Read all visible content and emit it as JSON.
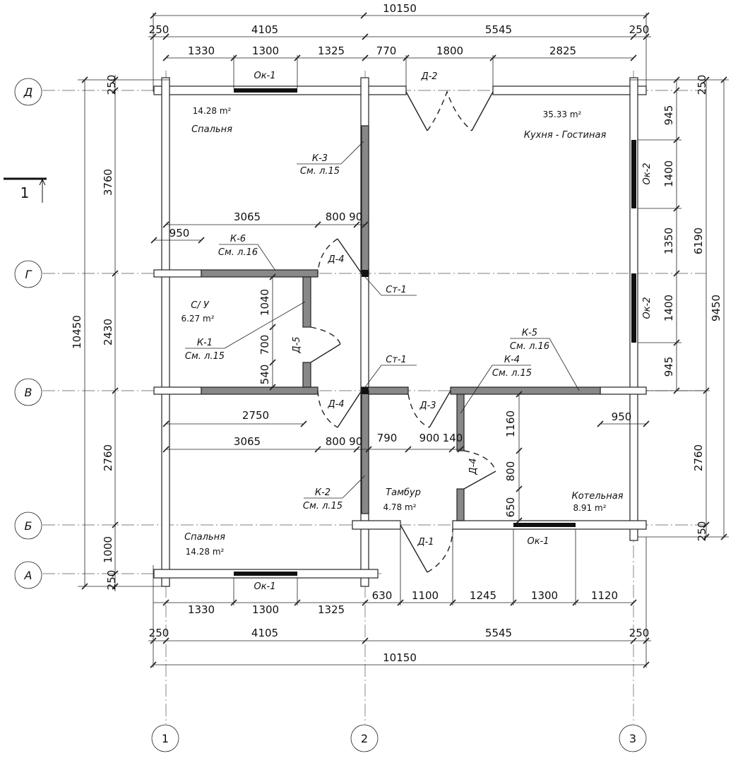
{
  "axes": {
    "rows": [
      "Д",
      "Г",
      "В",
      "Б",
      "А"
    ],
    "columns": [
      "1",
      "2",
      "3"
    ]
  },
  "section_marker": "1",
  "dims": {
    "top_total": "10150",
    "top_parts": [
      "250",
      "4105",
      "5545",
      "250"
    ],
    "top_detail": [
      "1330",
      "1300",
      "1325",
      "770",
      "1800",
      "2825"
    ],
    "bottom_detail": [
      "1330",
      "1300",
      "1325",
      "630",
      "1100",
      "1245",
      "1300",
      "1120"
    ],
    "bottom_parts": [
      "250",
      "4105",
      "5545",
      "250"
    ],
    "bottom_total": "10150",
    "left_total": "10450",
    "left_parts": [
      "250",
      "3760",
      "2430",
      "2760",
      "1000",
      "250"
    ],
    "right_parts": [
      "250",
      "945",
      "1400",
      "1350",
      "1400",
      "945"
    ],
    "right_6190": "6190",
    "right_2760": "2760",
    "right_9450": "9450",
    "right_250_bottom": "250",
    "interior": [
      "3065",
      "800 90",
      "950",
      "1040",
      "700",
      "540",
      "2750",
      "3065",
      "800 90",
      "790",
      "900",
      "140",
      "1160",
      "800",
      "650",
      "950"
    ]
  },
  "rooms": [
    {
      "name": "Спальня",
      "area": "14.28 m²"
    },
    {
      "name": "Кухня - Гостиная",
      "area": "35.33 m²"
    },
    {
      "name": "С/ У",
      "area": "6.27 m²"
    },
    {
      "name": "Тамбур",
      "area": "4.78 m²"
    },
    {
      "name": "Котельная",
      "area": "8.91 m²"
    },
    {
      "name": "Спальня",
      "area": "14.28 m²"
    }
  ],
  "windows": [
    "Ок-1",
    "Ок-2",
    "Ок-2",
    "Ок-1",
    "Ок-1"
  ],
  "doors": [
    "Д-2",
    "Д-4",
    "Д-5",
    "Д-4",
    "Д-3",
    "Д-4",
    "Д-1"
  ],
  "callouts": [
    {
      "mark": "К-3",
      "ref": "См. л.15"
    },
    {
      "mark": "К-6",
      "ref": "См. л.16"
    },
    {
      "mark": "К-1",
      "ref": "См. л.15"
    },
    {
      "mark": "К-5",
      "ref": "См. л.16"
    },
    {
      "mark": "К-4",
      "ref": "См. л.15"
    },
    {
      "mark": "К-2",
      "ref": "См. л.15"
    }
  ],
  "posts": [
    "Ст-1",
    "Ст-1"
  ]
}
